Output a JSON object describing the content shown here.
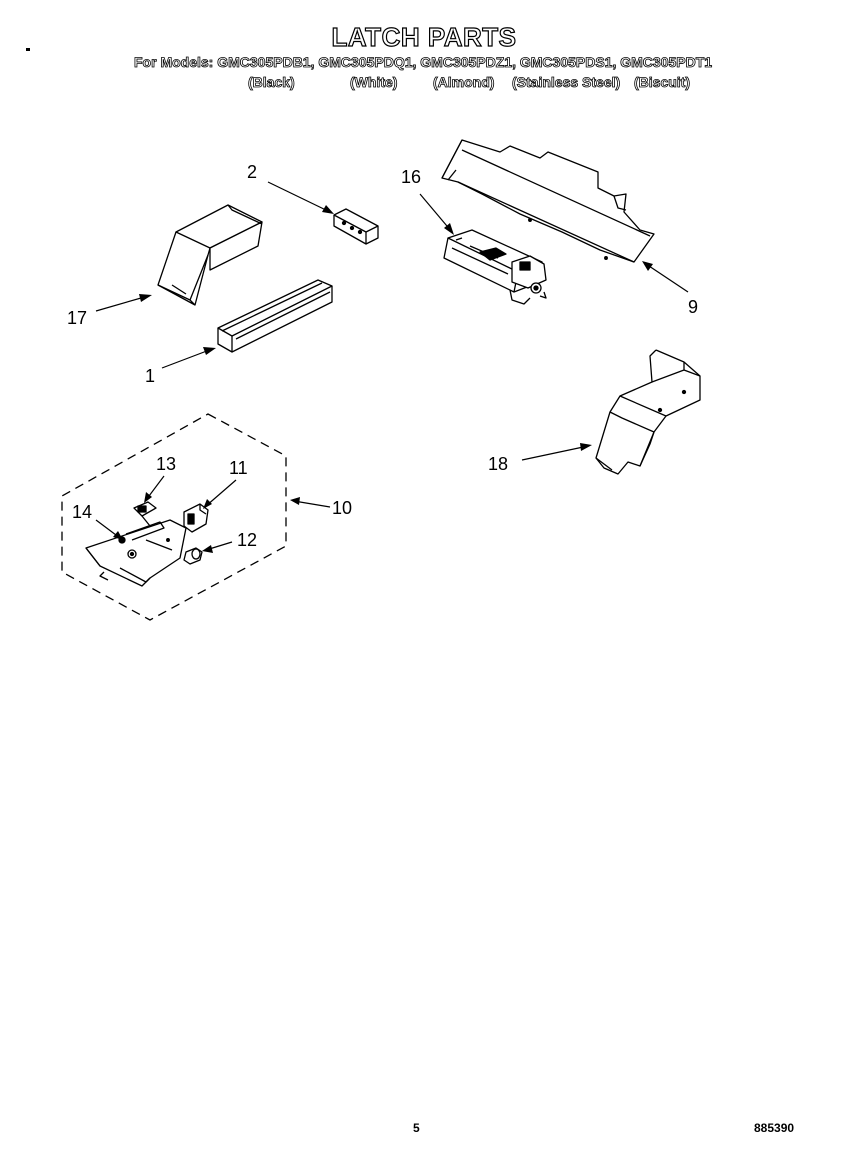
{
  "header": {
    "title": "LATCH PARTS",
    "models_line": "For Models: GMC305PDB1, GMC305PDQ1, GMC305PDZ1, GMC305PDS1, GMC305PDT1",
    "colors": [
      "(Black)",
      "(White)",
      "(Almond)",
      "(Stainless Steel)",
      "(Biscuit)"
    ]
  },
  "callouts": {
    "c1": "1",
    "c2": "2",
    "c9": "9",
    "c10": "10",
    "c11": "11",
    "c12": "12",
    "c13": "13",
    "c14": "14",
    "c16": "16",
    "c17": "17",
    "c18": "18"
  },
  "footer": {
    "page_number": "5",
    "document_number": "885390"
  }
}
